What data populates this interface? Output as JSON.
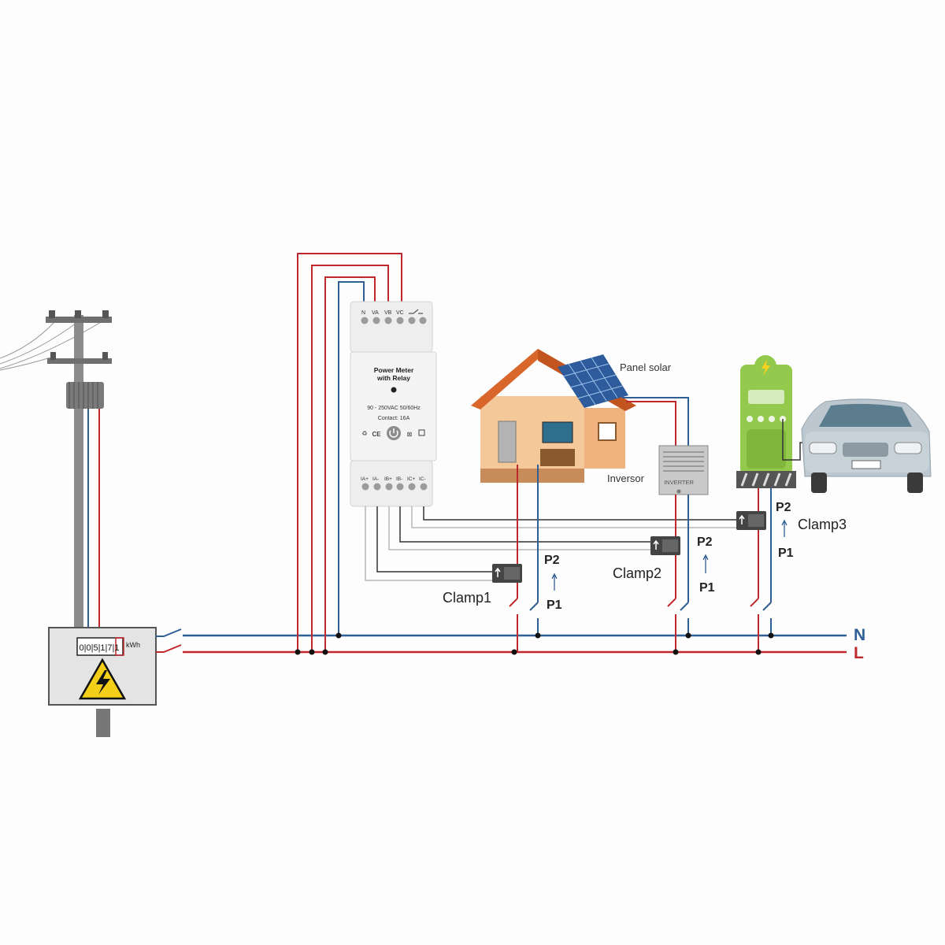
{
  "meter_device": {
    "terminals_top": [
      "N",
      "VA",
      "VB",
      "VC"
    ],
    "title_line1": "Power Meter",
    "title_line2": "with Relay",
    "voltage": "90 - 250VAC 50/60Hz",
    "contact": "Contact: 16A",
    "terminals_bottom": [
      "IA+",
      "IA-",
      "IB+",
      "IB-",
      "IC+",
      "IC-"
    ]
  },
  "house": {
    "solar_label": "Panel solar"
  },
  "inverter": {
    "label": "Inversor",
    "plate": "INVERTER"
  },
  "clamps": [
    {
      "name": "Clamp1",
      "p2": "P2",
      "p1": "P1"
    },
    {
      "name": "Clamp2",
      "p2": "P2",
      "p1": "P1"
    },
    {
      "name": "Clamp3",
      "p2": "P2",
      "p1": "P1"
    }
  ],
  "bus": {
    "neutral": "N",
    "line": "L"
  },
  "utility_meter": {
    "digits": "0|0|5|1|7|1",
    "unit": "kWh"
  },
  "colors": {
    "line": "#c0282d",
    "neutral": "#2f5f95",
    "signal": "#3a3a3a",
    "house": "#e07a35",
    "charger": "#93c94c"
  }
}
